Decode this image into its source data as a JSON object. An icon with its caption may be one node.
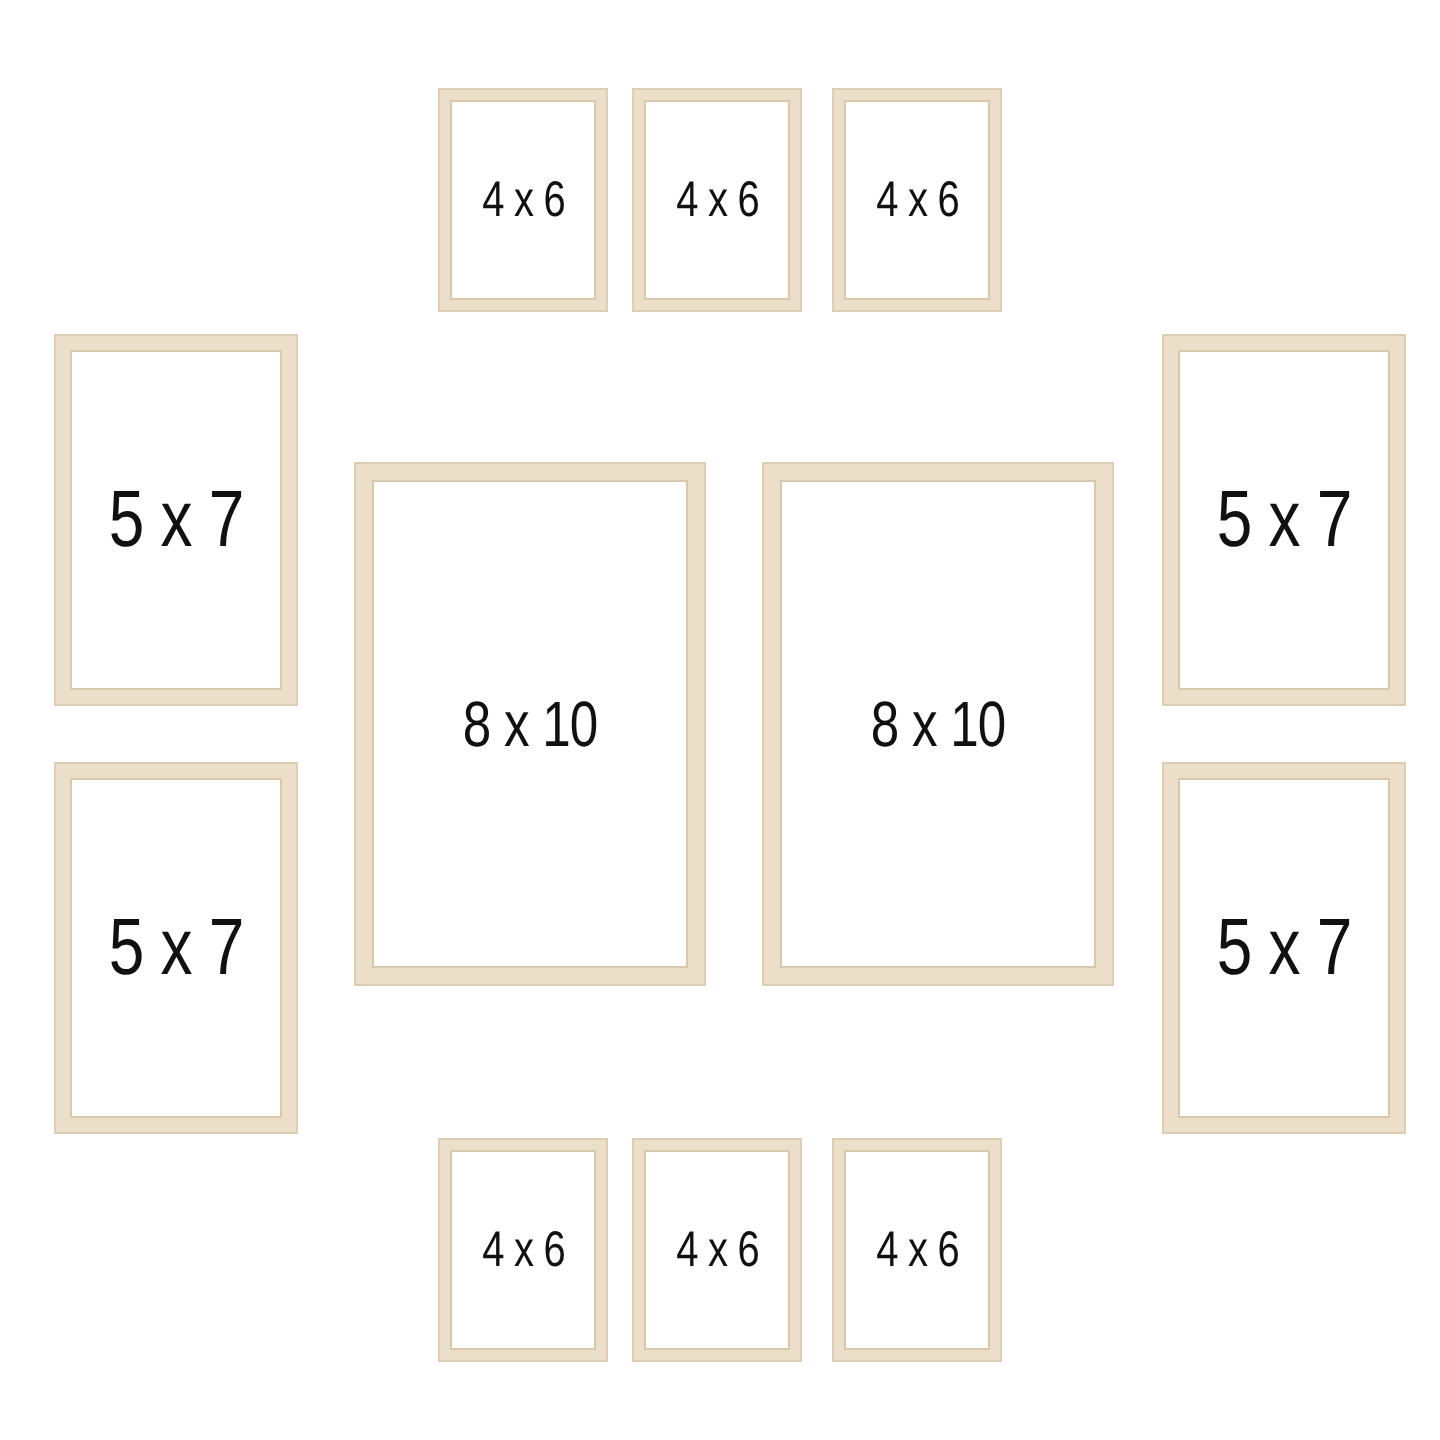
{
  "diagram": {
    "nodes": [
      {
        "text": [
          "4 x 6"
        ]
      },
      {
        "text": [
          "4 x 6"
        ]
      },
      {
        "text": [
          "4 x 6"
        ]
      },
      {
        "text": [
          "5 x 7"
        ]
      },
      {
        "text": [
          "8 x 10"
        ]
      },
      {
        "text": [
          "8 x 10"
        ]
      },
      {
        "text": [
          "5 x 7"
        ]
      },
      {
        "text": [
          "5 x 7"
        ]
      },
      {
        "text": [
          "5 x 7"
        ]
      },
      {
        "text": [
          "4 x 6"
        ]
      },
      {
        "text": [
          "4 x 6"
        ]
      },
      {
        "text": [
          "4 x 6"
        ]
      }
    ]
  }
}
